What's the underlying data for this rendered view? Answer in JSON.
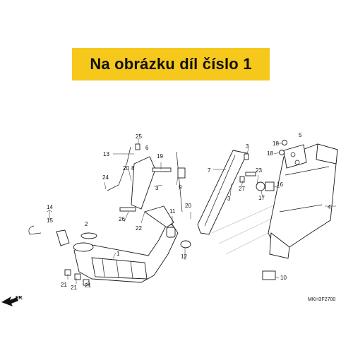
{
  "banner": {
    "text": "Na obrázku díl číslo 1",
    "color": "#f6c81c"
  },
  "diagram_code": "MKH3F2700",
  "front_marker": "FR.",
  "callouts": {
    "c1": "1",
    "c2": "2",
    "c3a": "3",
    "c3b": "3",
    "c3c": "3",
    "c4": "4",
    "c5": "5",
    "c6": "6",
    "c7": "7",
    "c8": "8",
    "c9": "9",
    "c10": "10",
    "c11": "11",
    "c12": "12",
    "c13": "13",
    "c14": "14",
    "c15": "15",
    "c16": "16",
    "c17": "17",
    "c18a": "18",
    "c18b": "18",
    "c19": "19",
    "c20a": "20",
    "c20b": "20",
    "c21a": "21",
    "c21b": "21",
    "c21c": "21",
    "c22": "22",
    "c23": "23",
    "c24": "24",
    "c25": "25",
    "c26": "26",
    "c27": "27"
  }
}
